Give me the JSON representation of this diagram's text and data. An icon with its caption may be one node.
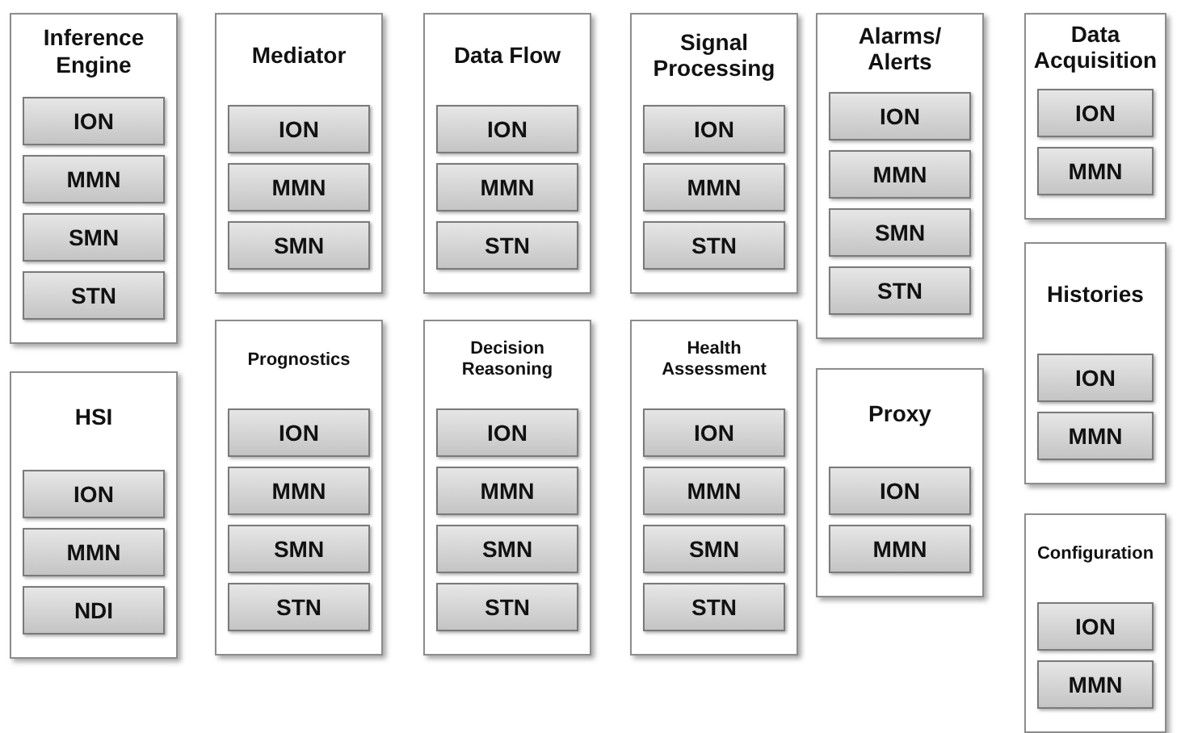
{
  "diagram": {
    "nodes": [
      {
        "text": [
          "Inference Engine"
        ]
      },
      {
        "text": [
          "ION"
        ],
        "in": 0
      },
      {
        "text": [
          "MMN"
        ],
        "in": 0
      },
      {
        "text": [
          "SMN"
        ],
        "in": 0
      },
      {
        "text": [
          "STN"
        ],
        "in": 0
      },
      {
        "text": [
          "Mediator"
        ]
      },
      {
        "text": [
          "ION"
        ],
        "in": 5
      },
      {
        "text": [
          "MMN"
        ],
        "in": 5
      },
      {
        "text": [
          "SMN"
        ],
        "in": 5
      },
      {
        "text": [
          "Data Flow"
        ]
      },
      {
        "text": [
          "ION"
        ],
        "in": 9
      },
      {
        "text": [
          "MMN"
        ],
        "in": 9
      },
      {
        "text": [
          "STN"
        ],
        "in": 9
      },
      {
        "text": [
          "Signal Processing"
        ]
      },
      {
        "text": [
          "ION"
        ],
        "in": 13
      },
      {
        "text": [
          "MMN"
        ],
        "in": 13
      },
      {
        "text": [
          "STN"
        ],
        "in": 13
      },
      {
        "text": [
          "Alarms/ Alerts"
        ]
      },
      {
        "text": [
          "ION"
        ],
        "in": 17
      },
      {
        "text": [
          "MMN"
        ],
        "in": 17
      },
      {
        "text": [
          "SMN"
        ],
        "in": 17
      },
      {
        "text": [
          "STN"
        ],
        "in": 17
      },
      {
        "text": [
          "Data Acquisition"
        ]
      },
      {
        "text": [
          "ION"
        ],
        "in": 22
      },
      {
        "text": [
          "MMN"
        ],
        "in": 22
      },
      {
        "text": [
          "HSI"
        ]
      },
      {
        "text": [
          "ION"
        ],
        "in": 25
      },
      {
        "text": [
          "MMN"
        ],
        "in": 25
      },
      {
        "text": [
          "NDI"
        ],
        "in": 25
      },
      {
        "text": [
          "Prognostics"
        ]
      },
      {
        "text": [
          "ION"
        ],
        "in": 29
      },
      {
        "text": [
          "MMN"
        ],
        "in": 29
      },
      {
        "text": [
          "SMN"
        ],
        "in": 29
      },
      {
        "text": [
          "STN"
        ],
        "in": 29
      },
      {
        "text": [
          "Decision Reasoning"
        ]
      },
      {
        "text": [
          "ION"
        ],
        "in": 34
      },
      {
        "text": [
          "MMN"
        ],
        "in": 34
      },
      {
        "text": [
          "SMN"
        ],
        "in": 34
      },
      {
        "text": [
          "STN"
        ],
        "in": 34
      },
      {
        "text": [
          "Health Assessment"
        ]
      },
      {
        "text": [
          "ION"
        ],
        "in": 39
      },
      {
        "text": [
          "MMN"
        ],
        "in": 39
      },
      {
        "text": [
          "SMN"
        ],
        "in": 39
      },
      {
        "text": [
          "STN"
        ],
        "in": 39
      },
      {
        "text": [
          "Proxy"
        ]
      },
      {
        "text": [
          "ION"
        ],
        "in": 44
      },
      {
        "text": [
          "MMN"
        ],
        "in": 44
      },
      {
        "text": [
          "Histories"
        ]
      },
      {
        "text": [
          "ION"
        ],
        "in": 47
      },
      {
        "text": [
          "MMN"
        ],
        "in": 47
      },
      {
        "text": [
          "Configuration"
        ]
      },
      {
        "text": [
          "ION"
        ],
        "in": 50
      },
      {
        "text": [
          "MMN"
        ],
        "in": 50
      }
    ]
  }
}
